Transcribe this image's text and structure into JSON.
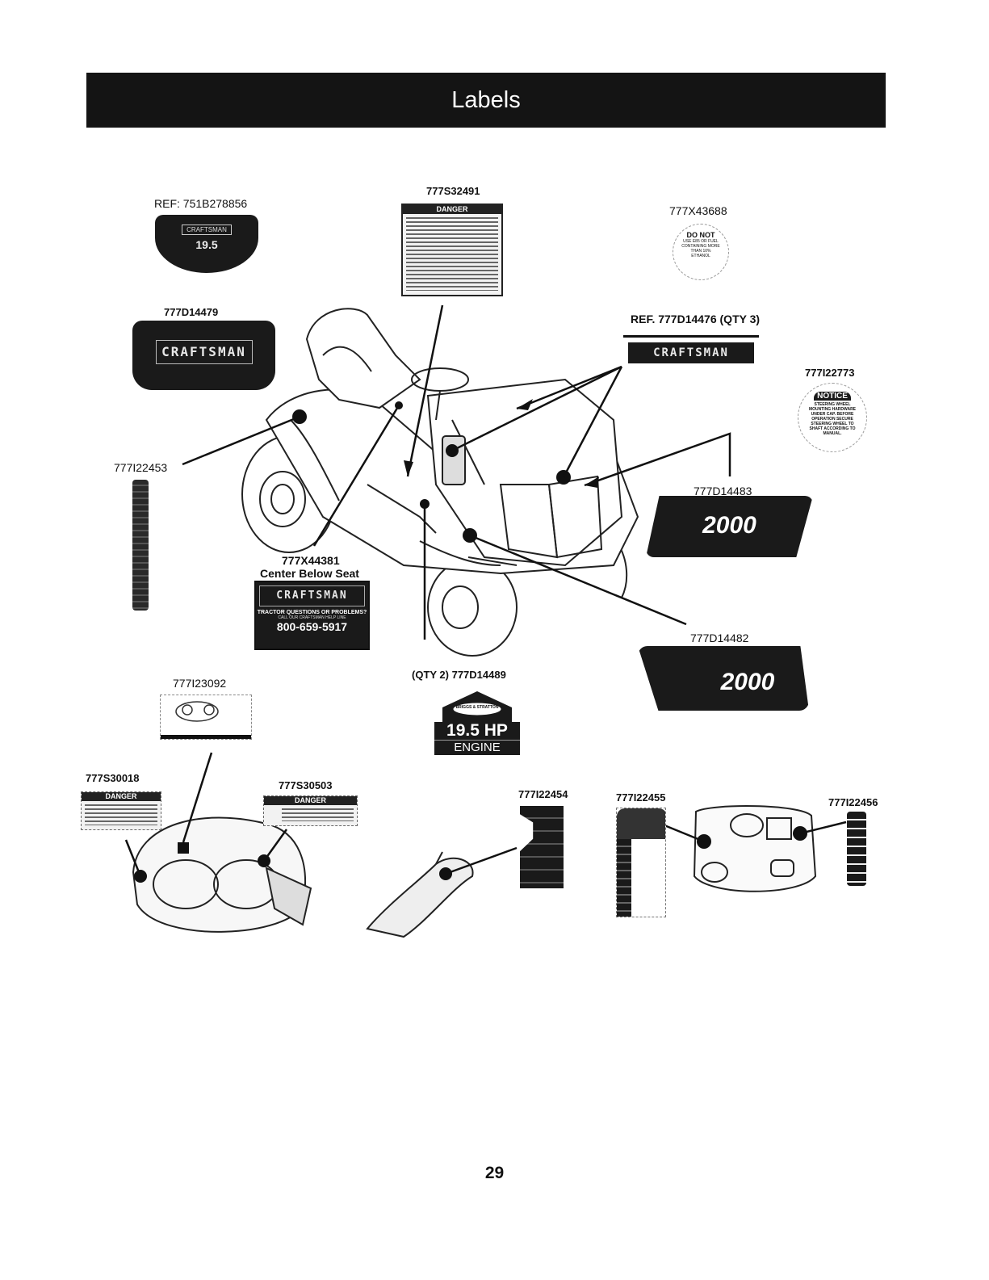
{
  "header": {
    "title": "Labels"
  },
  "part_numbers": {
    "ref_751b": "REF: 751B278856",
    "p_777s32491": "777S32491",
    "p_777x43688": "777X43688",
    "p_777d14479": "777D14479",
    "ref_777d14476": "REF. 777D14476 (QTY 3)",
    "p_777i22773": "777I22773",
    "p_777i22453": "777I22453",
    "p_777d14483": "777D14483",
    "p_777x44381": "777X44381",
    "center_below_seat": "Center Below Seat",
    "p_777d14482": "777D14482",
    "p_777i23092": "777I23092",
    "p_777d14489": "(QTY 2) 777D14489",
    "p_777s30018": "777S30018",
    "p_777s30503": "777S30503",
    "p_777i22454": "777I22454",
    "p_777i22455": "777I22455",
    "p_777i22456": "777I22456"
  },
  "decals": {
    "craftsman": "CRAFTSMAN",
    "hood_value": "19.5",
    "model": "2000",
    "danger": "DANGER",
    "notice": "NOTICE",
    "notice_text": "STEERING WHEEL MOUNTING HARDWARE UNDER CAP. BEFORE OPERATION SECURE STEERING WHEEL TO SHAFT ACCORDING TO MANUAL.",
    "do_not": "DO NOT",
    "fuel_text": "USE E85 OR FUEL CONTAINING MORE THAN 10% ETHANOL",
    "tractor_questions": "TRACTOR QUESTIONS OR PROBLEMS?",
    "call_line": "CALL OUR CRAFTSMAN HELP LINE",
    "phone": "800-659-5917",
    "hp": "19.5 HP",
    "engine": "ENGINE",
    "brand": "BRIGGS & STRATTON"
  },
  "page": {
    "number": "29"
  }
}
